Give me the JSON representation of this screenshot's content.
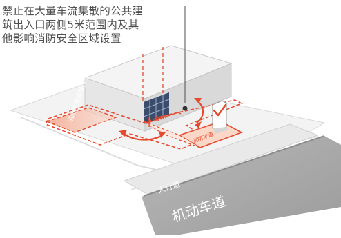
{
  "caption": {
    "lines": [
      "禁止在大量车流集散的公共建",
      "筑出入口两侧5米范围内及其",
      "他影响消防安全区域设置"
    ]
  },
  "labels": {
    "fire_zone": "消防车登高操作场地",
    "fire_lane": "消防车道",
    "distance": "5m",
    "sidewalk": "人行道",
    "road": "机动车道"
  },
  "colors": {
    "accent_red": "#e64a2e",
    "zone_fill": "#f9c7b3",
    "road_gray": "#a9a9a9",
    "text_gray": "#4f4f4f"
  },
  "icons": [
    "checkmark-icon",
    "entrance-door-icon",
    "charging-pile-icon"
  ]
}
